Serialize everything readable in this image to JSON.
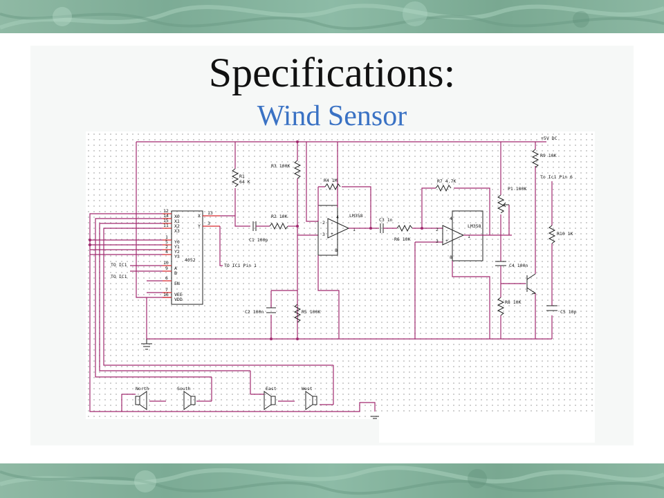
{
  "slide": {
    "title": "Specifications:",
    "subtitle": "Wind Sensor"
  },
  "colors": {
    "band": "#8fb9a4",
    "wire": "#a0286e",
    "pin": "#d6262a",
    "subtitle": "#3a72c4"
  },
  "schematic": {
    "supply": "+5V DC",
    "ic_mux": {
      "name": "4052",
      "left_pins": [
        {
          "num": "12",
          "name": "X0"
        },
        {
          "num": "14",
          "name": "X1"
        },
        {
          "num": "15",
          "name": "X2"
        },
        {
          "num": "11",
          "name": "X3"
        },
        {
          "num": "1",
          "name": "Y0"
        },
        {
          "num": "5",
          "name": "Y1"
        },
        {
          "num": "2",
          "name": "Y2"
        },
        {
          "num": "4",
          "name": "Y3"
        },
        {
          "num": "10",
          "name": "A"
        },
        {
          "num": "9",
          "name": "B"
        },
        {
          "num": "6",
          "name": "EN"
        },
        {
          "num": "7",
          "name": "VEE"
        },
        {
          "num": "16",
          "name": "VDD"
        }
      ],
      "right_pins": [
        {
          "num": "13",
          "name": "X"
        },
        {
          "num": "3",
          "name": "Y"
        }
      ]
    },
    "opamp1": {
      "name": "LM358",
      "p8": "8",
      "p4": "4",
      "p2": "2",
      "p3": "3",
      "p1": "1",
      "minus": "-",
      "plus": "+"
    },
    "opamp2": {
      "name": "LM358",
      "p8": "8",
      "p4": "4",
      "p2": "2",
      "p3": "3",
      "p1": "1",
      "minus": "-",
      "plus": "+"
    },
    "labels": {
      "to_ic1_a": "TO IC1",
      "to_ic1_b": "TO IC1",
      "to_ic1_pin1": "TO IC1 Pin 1",
      "to_ic1_pin6": "To Ic1 Pin 6",
      "r1": "R1",
      "r1v": "64 K",
      "r2": "R2  10K",
      "r3": "R3 100K",
      "r4": "R4  1M",
      "r5": "R5 100K",
      "r6": "R6  10K",
      "r7": "R7 4.7K",
      "r8": "R8 10K",
      "r9": "R9 10K",
      "r10": "R10 1K",
      "p1": "P1 100K",
      "c1": "C1  100p",
      "c2": "C2 100n",
      "c3": "C3  1n",
      "c4": "C4 100n",
      "c5": "C5 10p"
    },
    "speakers": [
      "North",
      "South",
      "East",
      "West"
    ]
  }
}
